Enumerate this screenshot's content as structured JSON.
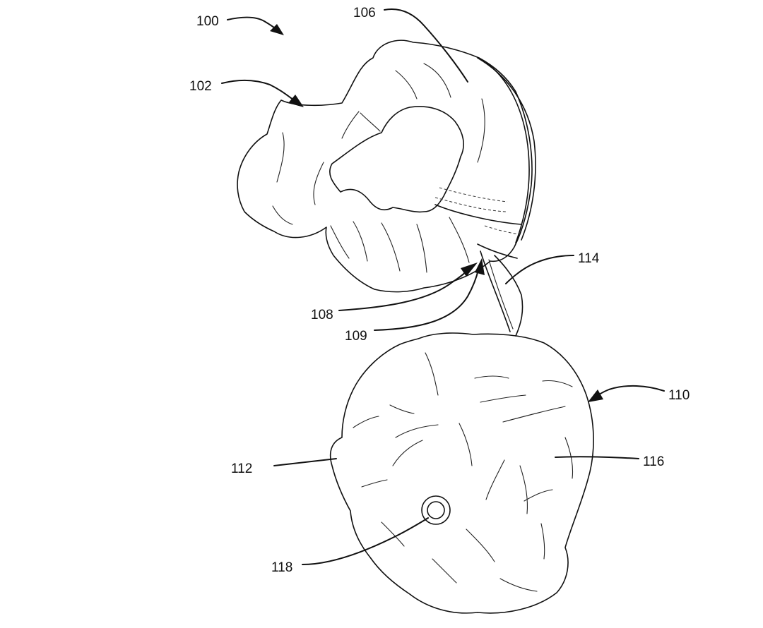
{
  "figure": {
    "labels": {
      "l100": "100",
      "l102": "102",
      "l106": "106",
      "l108": "108",
      "l109": "109",
      "l110": "110",
      "l112": "112",
      "l114": "114",
      "l116": "116",
      "l118": "118"
    }
  }
}
